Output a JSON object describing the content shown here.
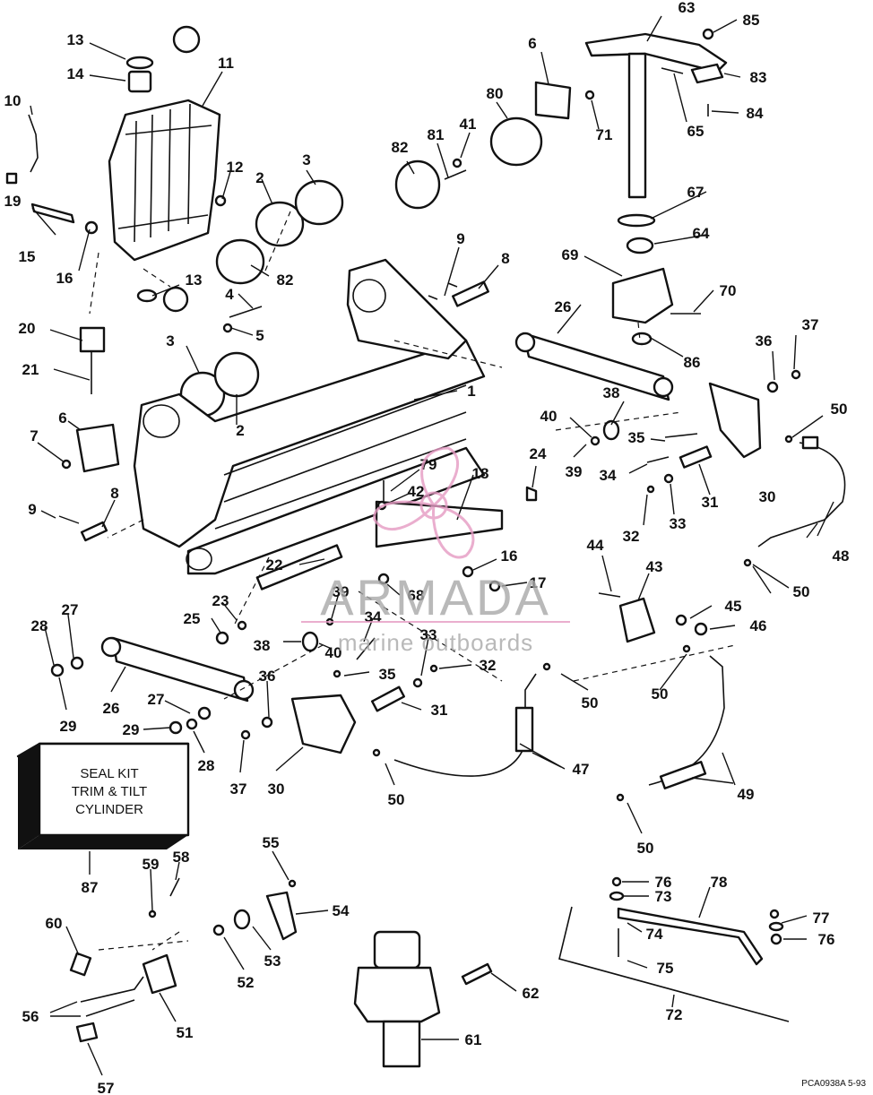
{
  "diagram": {
    "callouts": [
      {
        "id": "c13a",
        "text": "13"
      },
      {
        "id": "c14",
        "text": "14"
      },
      {
        "id": "c11",
        "text": "11"
      },
      {
        "id": "c10",
        "text": "10"
      },
      {
        "id": "c19",
        "text": "19"
      },
      {
        "id": "c15",
        "text": "15"
      },
      {
        "id": "c16a",
        "text": "16"
      },
      {
        "id": "c12",
        "text": "12"
      },
      {
        "id": "c2a",
        "text": "2"
      },
      {
        "id": "c3a",
        "text": "3"
      },
      {
        "id": "c82a",
        "text": "82"
      },
      {
        "id": "c13b",
        "text": "13"
      },
      {
        "id": "c4",
        "text": "4"
      },
      {
        "id": "c5",
        "text": "5"
      },
      {
        "id": "c20",
        "text": "20"
      },
      {
        "id": "c21",
        "text": "21"
      },
      {
        "id": "c3b",
        "text": "3"
      },
      {
        "id": "c2b",
        "text": "2"
      },
      {
        "id": "c6a",
        "text": "6"
      },
      {
        "id": "c7",
        "text": "7"
      },
      {
        "id": "c9a",
        "text": "9"
      },
      {
        "id": "c8a",
        "text": "8"
      },
      {
        "id": "c1",
        "text": "1"
      },
      {
        "id": "c82b",
        "text": "82"
      },
      {
        "id": "c81",
        "text": "81"
      },
      {
        "id": "c41",
        "text": "41"
      },
      {
        "id": "c80",
        "text": "80"
      },
      {
        "id": "c6b",
        "text": "6"
      },
      {
        "id": "c71",
        "text": "71"
      },
      {
        "id": "c63",
        "text": "63"
      },
      {
        "id": "c85",
        "text": "85"
      },
      {
        "id": "c83",
        "text": "83"
      },
      {
        "id": "c65",
        "text": "65"
      },
      {
        "id": "c84",
        "text": "84"
      },
      {
        "id": "c67",
        "text": "67"
      },
      {
        "id": "c64",
        "text": "64"
      },
      {
        "id": "c69",
        "text": "69"
      },
      {
        "id": "c70",
        "text": "70"
      },
      {
        "id": "c86",
        "text": "86"
      },
      {
        "id": "c9b",
        "text": "9"
      },
      {
        "id": "c8b",
        "text": "8"
      },
      {
        "id": "c26a",
        "text": "26"
      },
      {
        "id": "c36a",
        "text": "36"
      },
      {
        "id": "c37a",
        "text": "37"
      },
      {
        "id": "c38a",
        "text": "38"
      },
      {
        "id": "c40a",
        "text": "40"
      },
      {
        "id": "c35a",
        "text": "35"
      },
      {
        "id": "c50a",
        "text": "50"
      },
      {
        "id": "c39a",
        "text": "39"
      },
      {
        "id": "c34a",
        "text": "34"
      },
      {
        "id": "c31a",
        "text": "31"
      },
      {
        "id": "c30a",
        "text": "30"
      },
      {
        "id": "c33a",
        "text": "33"
      },
      {
        "id": "c32a",
        "text": "32"
      },
      {
        "id": "c48",
        "text": "48"
      },
      {
        "id": "c79",
        "text": "79"
      },
      {
        "id": "c42",
        "text": "42"
      },
      {
        "id": "c18",
        "text": "18"
      },
      {
        "id": "c24",
        "text": "24"
      },
      {
        "id": "c16b",
        "text": "16"
      },
      {
        "id": "c17",
        "text": "17"
      },
      {
        "id": "c68",
        "text": "68"
      },
      {
        "id": "c44",
        "text": "44"
      },
      {
        "id": "c43",
        "text": "43"
      },
      {
        "id": "c45",
        "text": "45"
      },
      {
        "id": "c46",
        "text": "46"
      },
      {
        "id": "c50b",
        "text": "50"
      },
      {
        "id": "c22",
        "text": "22"
      },
      {
        "id": "c23",
        "text": "23"
      },
      {
        "id": "c25",
        "text": "25"
      },
      {
        "id": "c39b",
        "text": "39"
      },
      {
        "id": "c34b",
        "text": "34"
      },
      {
        "id": "c38b",
        "text": "38"
      },
      {
        "id": "c40b",
        "text": "40"
      },
      {
        "id": "c33b",
        "text": "33"
      },
      {
        "id": "c32b",
        "text": "32"
      },
      {
        "id": "c35b",
        "text": "35"
      },
      {
        "id": "c31b",
        "text": "31"
      },
      {
        "id": "c28a",
        "text": "28"
      },
      {
        "id": "c27a",
        "text": "27"
      },
      {
        "id": "c29a",
        "text": "29"
      },
      {
        "id": "c26b",
        "text": "26"
      },
      {
        "id": "c27b",
        "text": "27"
      },
      {
        "id": "c29b",
        "text": "29"
      },
      {
        "id": "c28b",
        "text": "28"
      },
      {
        "id": "c36b",
        "text": "36"
      },
      {
        "id": "c37b",
        "text": "37"
      },
      {
        "id": "c30b",
        "text": "30"
      },
      {
        "id": "c50c",
        "text": "50"
      },
      {
        "id": "c50d",
        "text": "50"
      },
      {
        "id": "c50e",
        "text": "50"
      },
      {
        "id": "c47",
        "text": "47"
      },
      {
        "id": "c49",
        "text": "49"
      },
      {
        "id": "c50f",
        "text": "50"
      },
      {
        "id": "c87",
        "text": "87"
      },
      {
        "id": "c59",
        "text": "59"
      },
      {
        "id": "c58",
        "text": "58"
      },
      {
        "id": "c55",
        "text": "55"
      },
      {
        "id": "c54",
        "text": "54"
      },
      {
        "id": "c60",
        "text": "60"
      },
      {
        "id": "c52",
        "text": "52"
      },
      {
        "id": "c53",
        "text": "53"
      },
      {
        "id": "c56",
        "text": "56"
      },
      {
        "id": "c51",
        "text": "51"
      },
      {
        "id": "c57",
        "text": "57"
      },
      {
        "id": "c61",
        "text": "61"
      },
      {
        "id": "c62",
        "text": "62"
      },
      {
        "id": "c76a",
        "text": "76"
      },
      {
        "id": "c73",
        "text": "73"
      },
      {
        "id": "c78",
        "text": "78"
      },
      {
        "id": "c77",
        "text": "77"
      },
      {
        "id": "c74",
        "text": "74"
      },
      {
        "id": "c76b",
        "text": "76"
      },
      {
        "id": "c75",
        "text": "75"
      },
      {
        "id": "c72",
        "text": "72"
      }
    ],
    "seal_kit": {
      "line1": "SEAL KIT",
      "line2": "TRIM & TILT",
      "line3": "CYLINDER"
    },
    "figure_code": "PCA0938A 5-93"
  },
  "watermark": {
    "brand": "ARMADA",
    "tagline": "marine outboards",
    "accent_color": "#e59ac3"
  }
}
